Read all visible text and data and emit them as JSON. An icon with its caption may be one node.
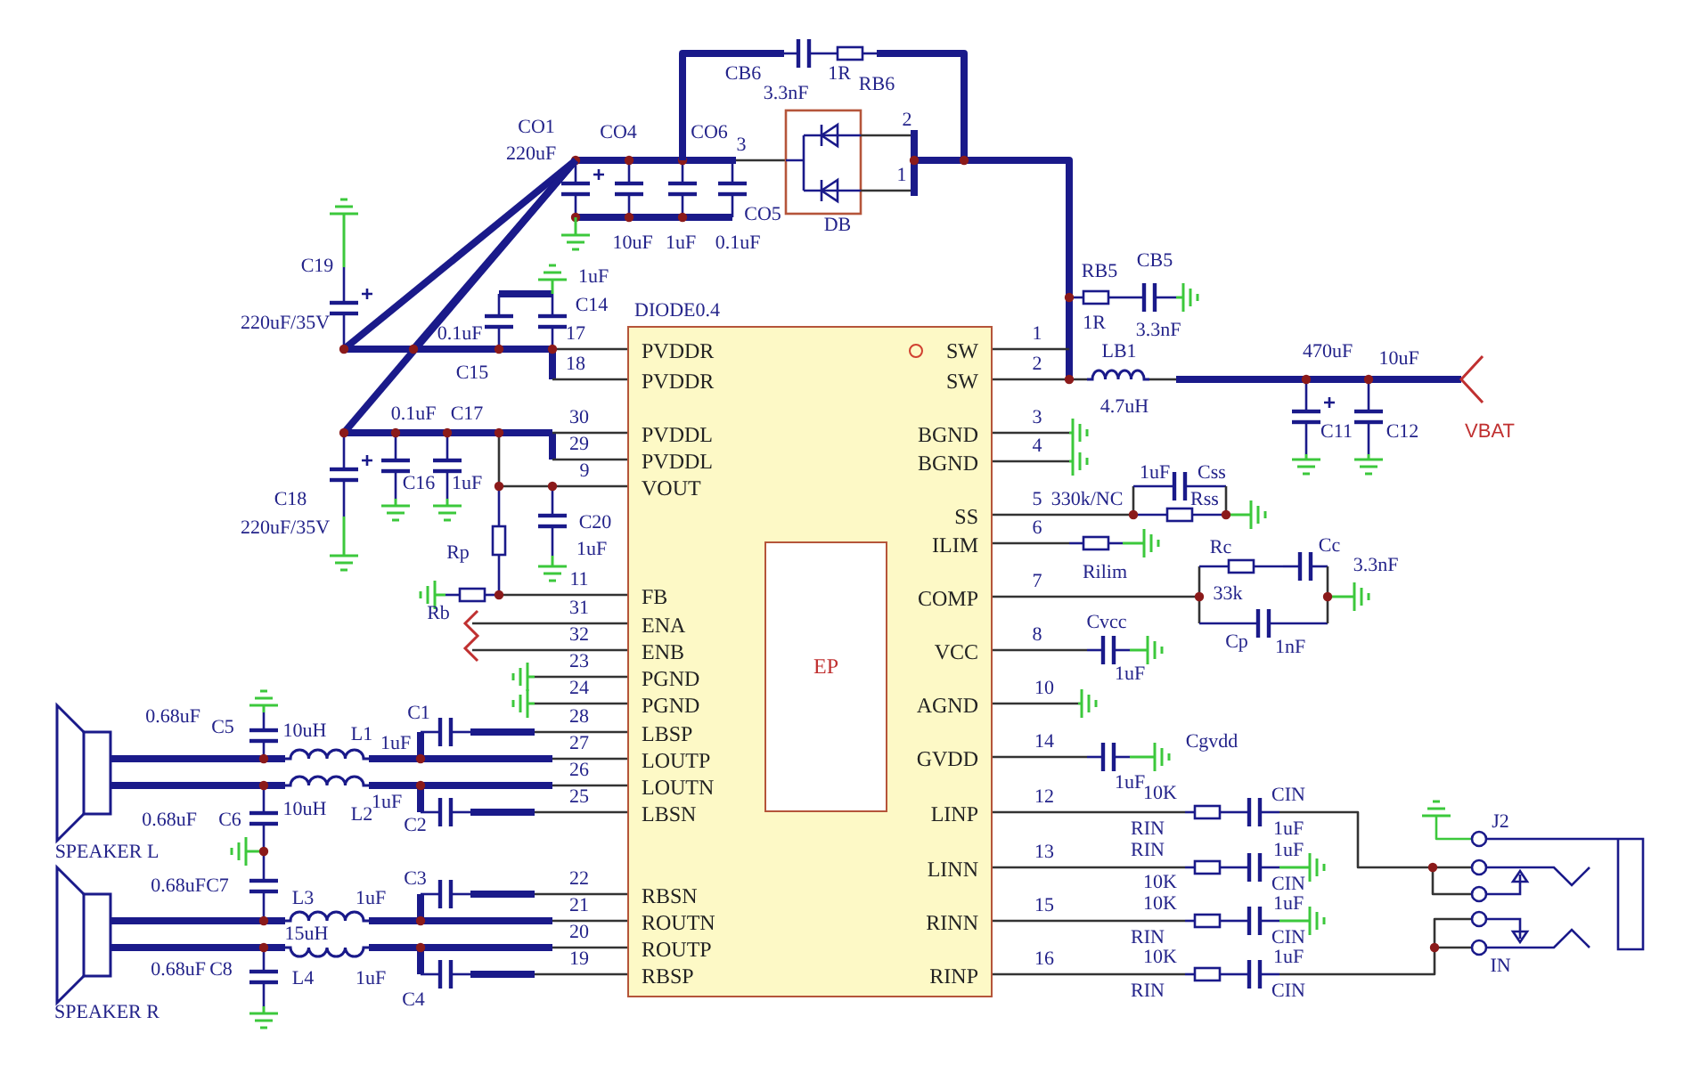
{
  "diagram": {
    "nodes": [
      {
        "text": [
          "PVDDR",
          "PVDDR",
          "PVDDL",
          "PVDDL",
          "VOUT",
          "FB",
          "ENA",
          "ENB",
          "PGND",
          "PGND",
          "LBSP",
          "LOUTP",
          "LOUTN",
          "LBSN",
          "RBSN",
          "ROUTN",
          "ROUTP",
          "RBSP",
          "SW",
          "SW",
          "BGND",
          "BGND",
          "SS",
          "ILIM",
          "COMP",
          "VCC",
          "AGND",
          "GVDD",
          "LINP",
          "LINN",
          "RINN",
          "RINP"
        ]
      },
      {
        "text": [
          "EP"
        ],
        "in": 0
      }
    ],
    "labels": [
      "CB6",
      "3.3nF",
      "1R",
      "RB6",
      "CO1",
      "CO4",
      "CO6",
      "2",
      "3",
      "220uF",
      "1",
      "CO5",
      "DB",
      "10uF",
      "1uF",
      "0.1uF",
      "C19",
      "RB5",
      "CB5",
      "1uF",
      "C14",
      "DIODE0.4",
      "1R",
      "3.3nF",
      "220uF/35V",
      "0.1uF",
      "17",
      "1",
      "LB1",
      "470uF",
      "10uF",
      "18",
      "2",
      "C15",
      "4.7uH",
      "0.1uF",
      "C17",
      "30",
      "3",
      "C11",
      "C12",
      "VBAT",
      "29",
      "4",
      "9",
      "1uF",
      "Css",
      "C16",
      "1uF",
      "330k/NC",
      "5",
      "Rss",
      "C18",
      "C20",
      "6",
      "220uF/35V",
      "1uF",
      "Rp",
      "Rc",
      "Cc",
      "3.3nF",
      "Rilim",
      "11",
      "7",
      "33k",
      "31",
      "Rb",
      "Cvcc",
      "32",
      "8",
      "Cp",
      "1nF",
      "23",
      "1uF",
      "24",
      "10",
      "C1",
      "0.68uF",
      "28",
      "C5",
      "10uH",
      "L1",
      "14",
      "Cgvdd",
      "27",
      "1uF",
      "26",
      "1uF",
      "10K",
      "12",
      "CIN",
      "25",
      "1uF",
      "10uH",
      "L2",
      "0.68uF",
      "C6",
      "C2",
      "J2",
      "SPEAKER L",
      "1uF",
      "RIN",
      "RIN",
      "13",
      "1uF",
      "10K",
      "CIN",
      "C3",
      "22",
      "0.68uF",
      "C7",
      "L3",
      "1uF",
      "10K",
      "1uF",
      "15",
      "21",
      "15uH",
      "20",
      "RIN",
      "CIN",
      "10K",
      "1uF",
      "16",
      "19",
      "IN",
      "0.68uF",
      "C8",
      "L4",
      "1uF",
      "RIN",
      "CIN",
      "C4",
      "SPEAKER R"
    ]
  }
}
